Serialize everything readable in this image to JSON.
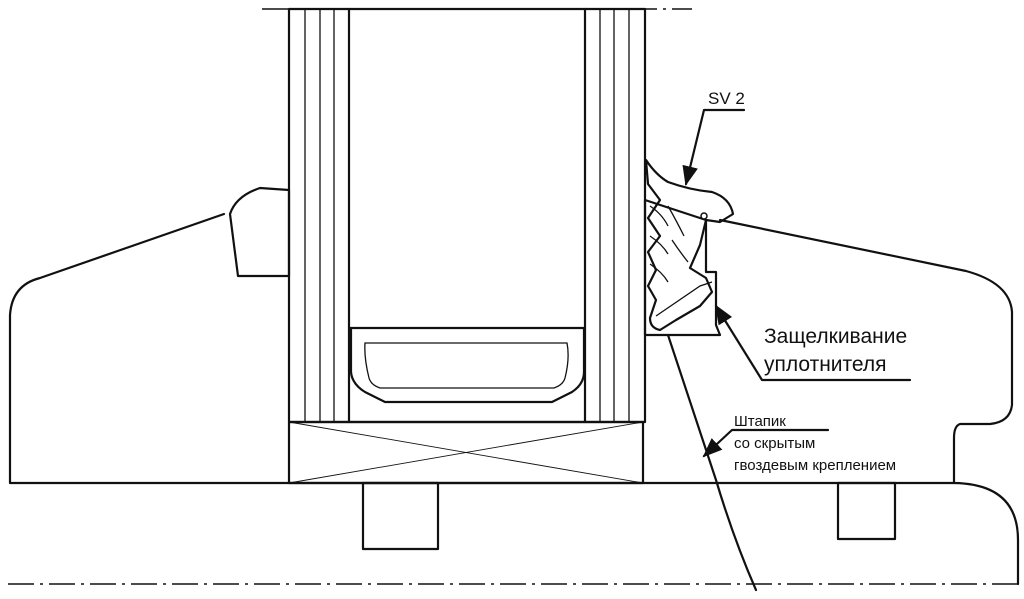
{
  "labels": {
    "sv2": "SV 2",
    "snap_line1": "Защелкивание",
    "snap_line2": "уплотнителя",
    "bead_line1": "Штапик",
    "bead_line2": "со скрытым",
    "bead_line3": "гвоздевым креплением"
  },
  "colors": {
    "line": "#111111",
    "background": "#ffffff"
  }
}
